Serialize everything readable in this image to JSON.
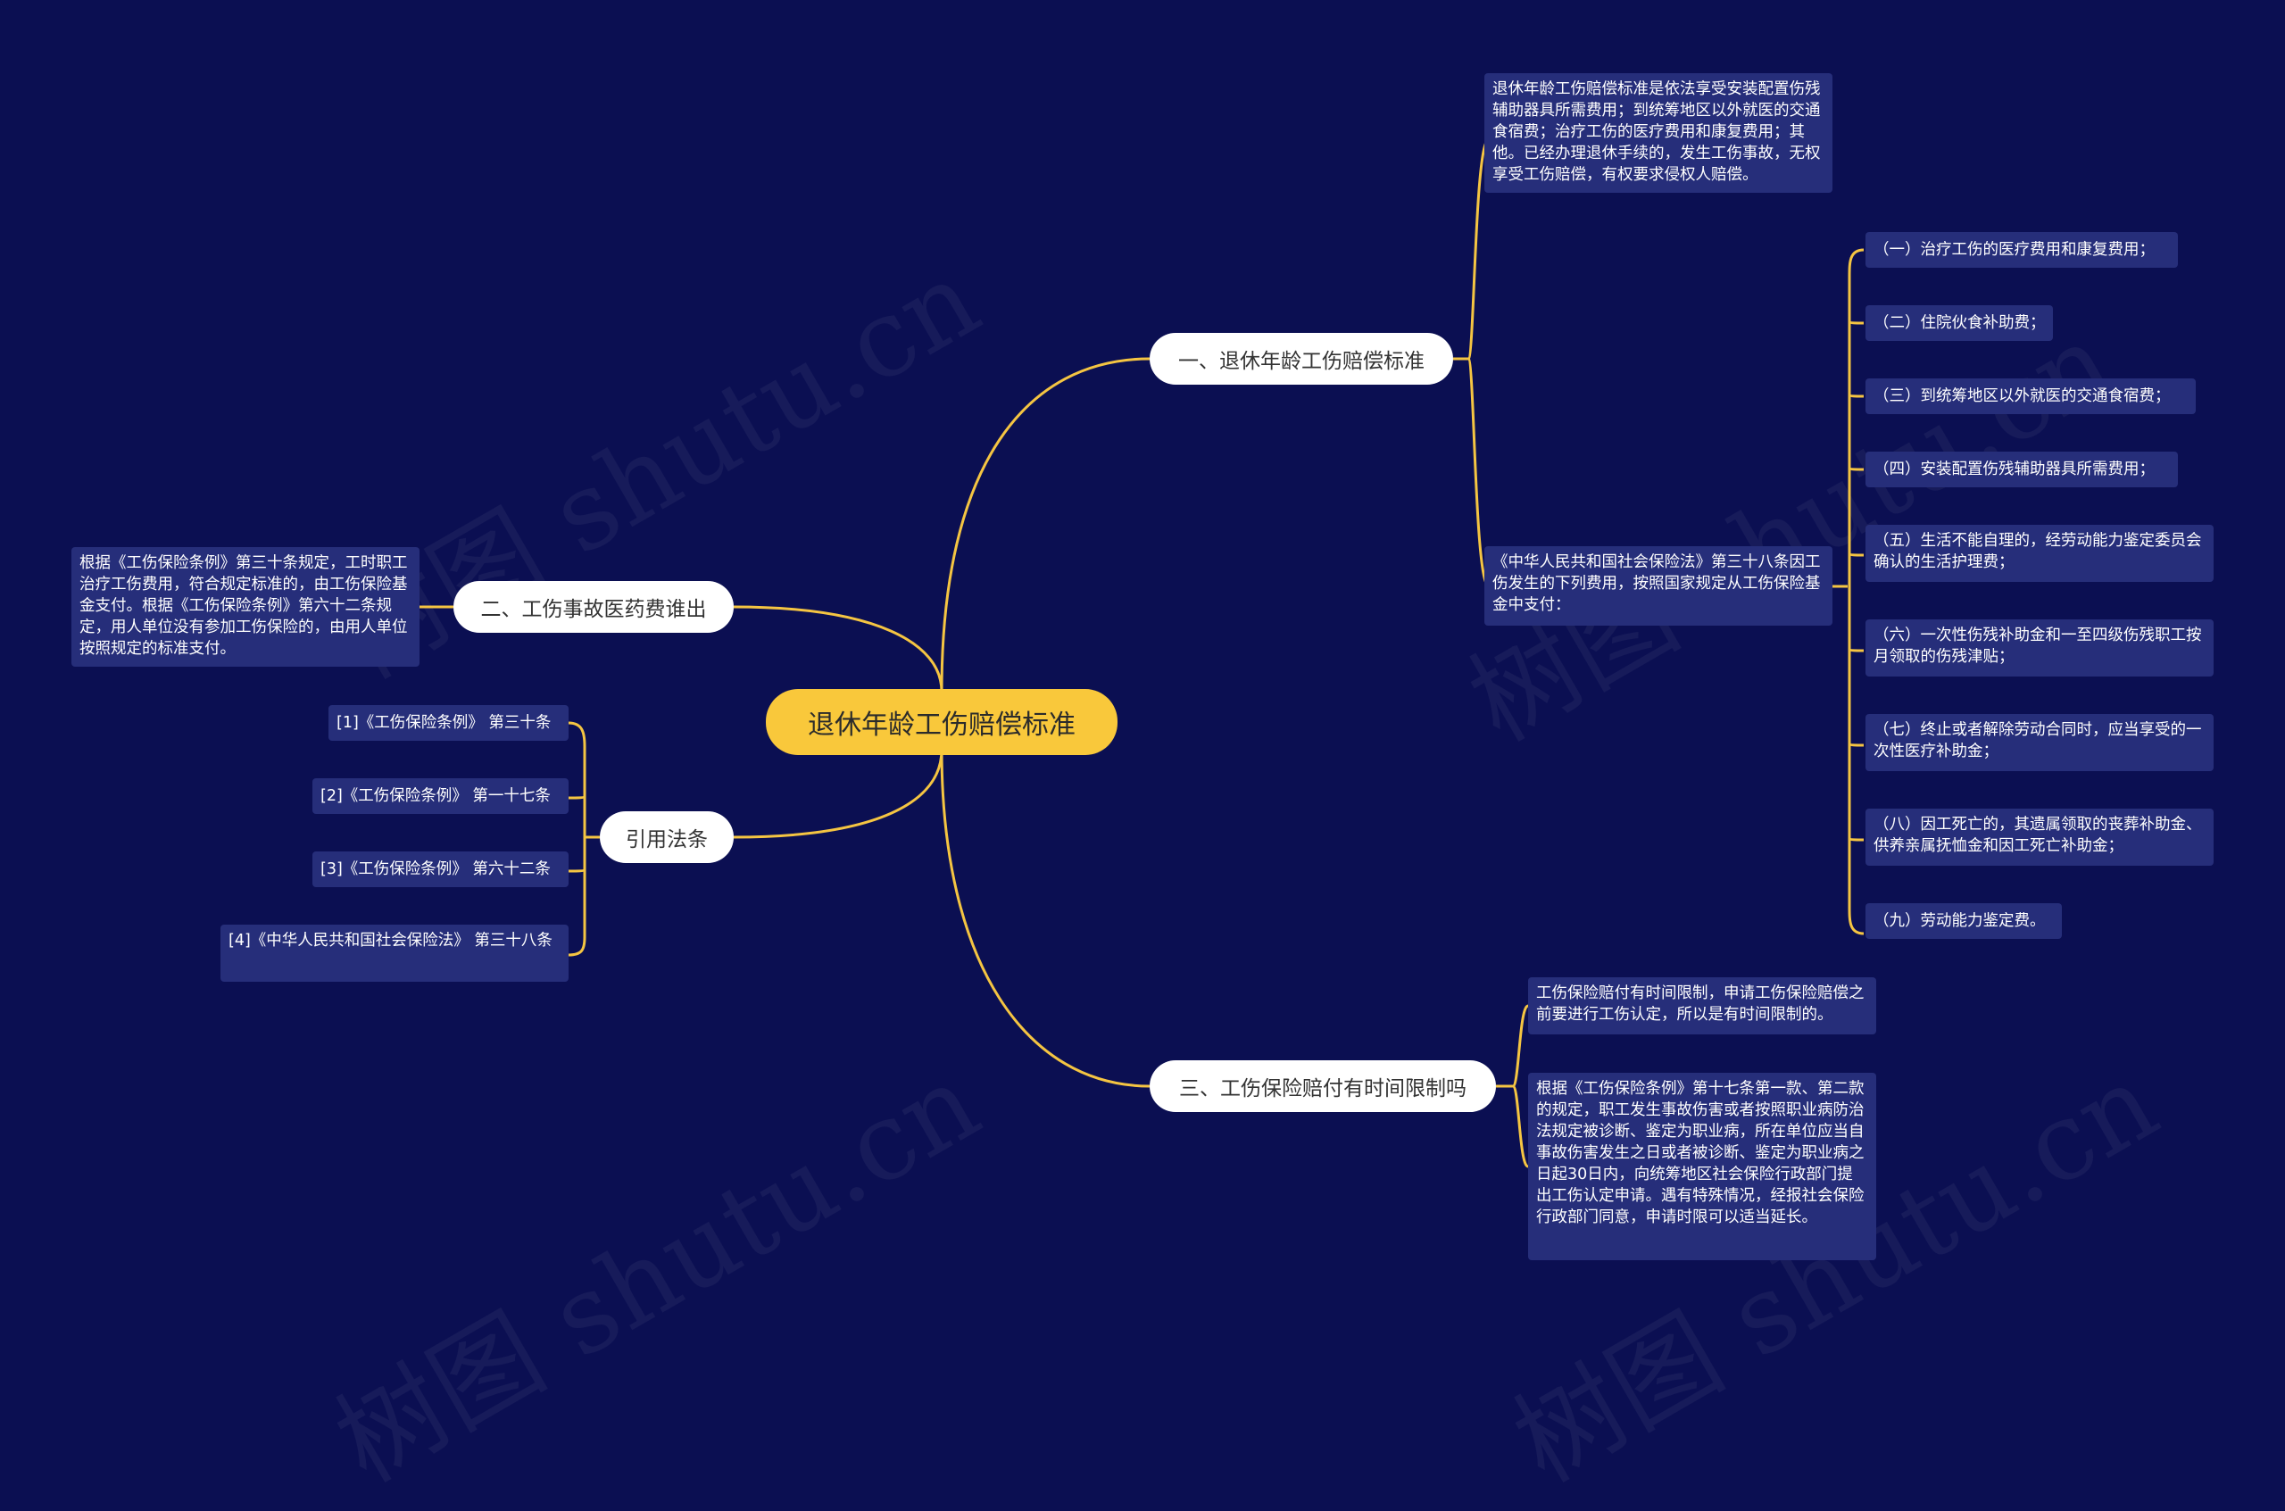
{
  "watermark": "树图 shutu.cn",
  "colors": {
    "background": "#0b0f52",
    "connector": "#f5c542",
    "root_fill": "#f9c83b",
    "branch_fill": "#ffffff",
    "leaf_fill": "#262e7a"
  },
  "root": {
    "label": "退休年龄工伤赔偿标准"
  },
  "branches": {
    "b1": {
      "label": "一、退休年龄工伤赔偿标准",
      "summary": "退休年龄工伤赔偿标准是依法享受安装配置伤残辅助器具所需费用；到统筹地区以外就医的交通食宿费；治疗工伤的医疗费用和康复费用；其他。已经办理退休手续的，发生工伤事故，无权享受工伤赔偿，有权要求侵权人赔偿。",
      "law_text": "《中华人民共和国社会保险法》第三十八条因工伤发生的下列费用，按照国家规定从工伤保险基金中支付：",
      "items": [
        "（一）治疗工伤的医疗费用和康复费用；",
        "（二）住院伙食补助费；",
        "（三）到统筹地区以外就医的交通食宿费；",
        "（四）安装配置伤残辅助器具所需费用；",
        "（五）生活不能自理的，经劳动能力鉴定委员会确认的生活护理费；",
        "（六）一次性伤残补助金和一至四级伤残职工按月领取的伤残津贴；",
        "（七）终止或者解除劳动合同时，应当享受的一次性医疗补助金；",
        "（八）因工死亡的，其遗属领取的丧葬补助金、供养亲属抚恤金和因工死亡补助金；",
        "（九）劳动能力鉴定费。"
      ]
    },
    "b2": {
      "label": "二、工伤事故医药费谁出",
      "text": "根据《工伤保险条例》第三十条规定，工时职工治疗工伤费用，符合规定标准的，由工伤保险基金支付。根据《工伤保险条例》第六十二条规定，用人单位没有参加工伤保险的，由用人单位按照规定的标准支付。"
    },
    "b3": {
      "label": "引用法条",
      "refs": [
        "[1]《工伤保险条例》 第三十条",
        "[2]《工伤保险条例》 第一十七条",
        "[3]《工伤保险条例》 第六十二条",
        "[4]《中华人民共和国社会保险法》 第三十八条"
      ]
    },
    "b4": {
      "label": "三、工伤保险赔付有时间限制吗",
      "text1": "工伤保险赔付有时间限制，申请工伤保险赔偿之前要进行工伤认定，所以是有时间限制的。",
      "text2": "根据《工伤保险条例》第十七条第一款、第二款的规定，职工发生事故伤害或者按照职业病防治法规定被诊断、鉴定为职业病，所在单位应当自事故伤害发生之日或者被诊断、鉴定为职业病之日起30日内，向统筹地区社会保险行政部门提出工伤认定申请。遇有特殊情况，经报社会保险行政部门同意，申请时限可以适当延长。"
    }
  }
}
